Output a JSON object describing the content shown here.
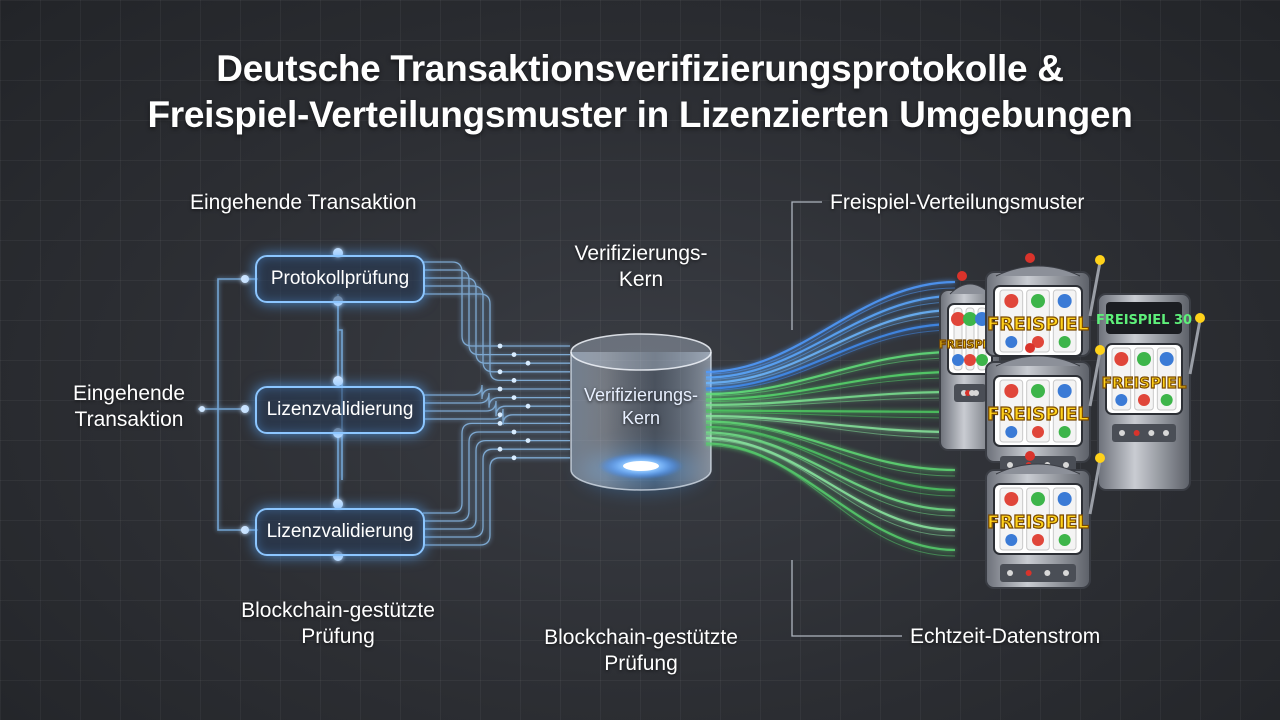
{
  "title_line1": "Deutsche Transaktionsverifizierungsprotokolle &",
  "title_line2": "Freispiel-Verteilungsmuster in Lizenzierten Umgebungen",
  "labels": {
    "incoming_top": "Eingehende Transaktion",
    "incoming_left_line1": "Eingehende",
    "incoming_left_line2": "Transaktion",
    "blockchain_left_line1": "Blockchain-gestützte",
    "blockchain_left_line2": "Prüfung",
    "core_top_line1": "Verifizierungs-",
    "core_top_line2": "Kern",
    "blockchain_center_line1": "Blockchain-gestützte",
    "blockchain_center_line2": "Prüfung",
    "pattern": "Freispiel-Verteilungsmuster",
    "stream": "Echtzeit-Datenstrom"
  },
  "nodes": {
    "protocol_check": "Protokollprüfung",
    "license_validation_1": "Lizenzvalidierung",
    "license_validation_2": "Lizenzvalidierung"
  },
  "core": {
    "label_line1": "Verifizierungs-",
    "label_line2": "Kern"
  },
  "machines": {
    "reel_text": "FREISPIEL",
    "display_text": "FREISPIEL 30"
  },
  "colors": {
    "blue_glow": "#5aaaff",
    "green_glow": "#63e06a",
    "reel_text": "#ffd21a",
    "machine_red": "#d9332b"
  }
}
